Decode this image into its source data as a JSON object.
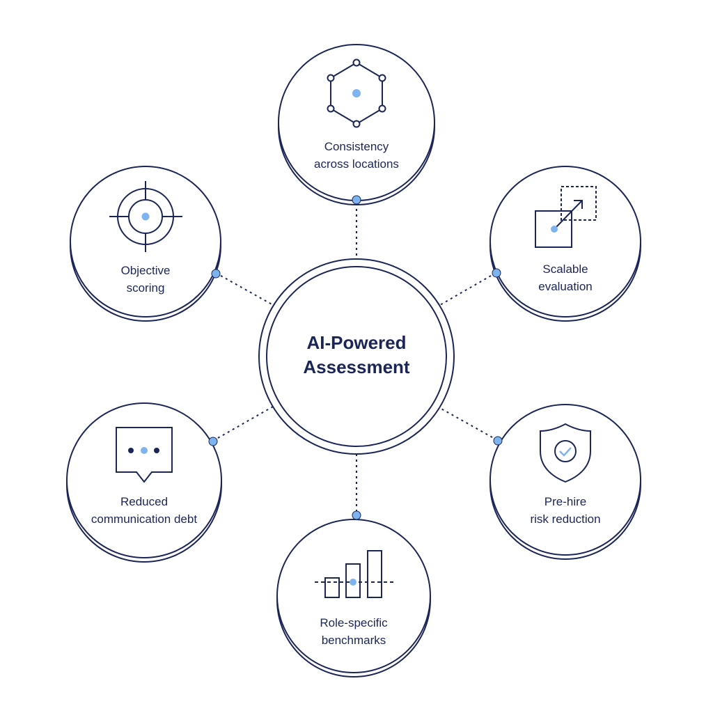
{
  "diagram": {
    "colors": {
      "stroke": "#1b2557",
      "accent": "#7db4ef",
      "background": "#ffffff"
    },
    "center": {
      "title_line1": "AI-Powered",
      "title_line2": "Assessment"
    },
    "nodes": [
      {
        "id": "consistency",
        "icon": "hexagon-network-icon",
        "label_line1": "Consistency",
        "label_line2": "across locations"
      },
      {
        "id": "scalable",
        "icon": "scale-up-arrow-icon",
        "label_line1": "Scalable",
        "label_line2": "evaluation"
      },
      {
        "id": "risk",
        "icon": "shield-check-icon",
        "label_line1": "Pre-hire",
        "label_line2": "risk reduction"
      },
      {
        "id": "benchmarks",
        "icon": "bar-chart-icon",
        "label_line1": "Role-specific",
        "label_line2": "benchmarks"
      },
      {
        "id": "communication",
        "icon": "chat-bubble-icon",
        "label_line1": "Reduced",
        "label_line2": "communication debt"
      },
      {
        "id": "objective",
        "icon": "target-crosshair-icon",
        "label_line1": "Objective",
        "label_line2": "scoring"
      }
    ]
  }
}
